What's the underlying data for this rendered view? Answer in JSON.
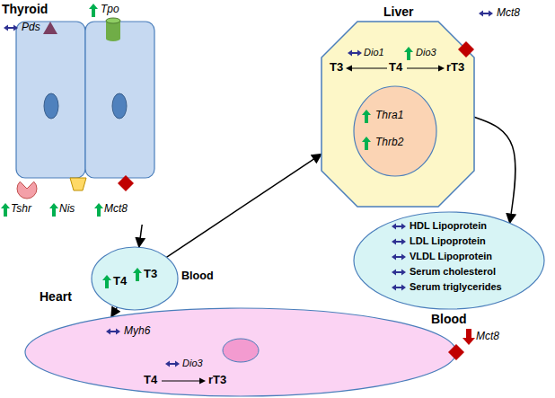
{
  "diagram": {
    "nodes": [
      {
        "text": [
          "Thyroid",
          "Pds",
          "Tpo",
          "Tshr",
          "Nis",
          "Mct8"
        ]
      },
      {
        "text": [
          "Liver",
          "Mct8",
          "Dio1",
          "Dio3",
          "T3",
          "T4",
          "rT3"
        ]
      },
      {
        "text": [
          "Thra1",
          "Thrb2"
        ],
        "in": 1
      },
      {
        "text": [
          "T4",
          "T3",
          "Blood"
        ]
      },
      {
        "text": [
          "HDL Lipoprotein",
          "LDL Lipoprotein",
          "VLDL Lipoprotein",
          "Serum cholesterol",
          "Serum triglycerides",
          "Blood"
        ]
      },
      {
        "text": [
          "Heart",
          "Mct8",
          "Myh6",
          "Dio3",
          "T4",
          "rT3"
        ]
      }
    ],
    "edges": [
      {
        "from": 0,
        "to": 3,
        "arrow": "to"
      },
      {
        "from": 3,
        "to": 1,
        "arrow": "to"
      },
      {
        "from": 3,
        "to": 5,
        "arrow": "to"
      },
      {
        "from": 1,
        "to": 4,
        "arrow": "to"
      }
    ]
  }
}
